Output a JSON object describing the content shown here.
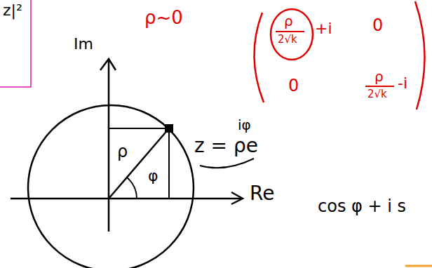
{
  "diagram": {
    "nodes": [
      {
        "text": [
          "z|²"
        ]
      }
    ],
    "labels": [
      "ρ~0",
      "ρ",
      "2√k",
      "+i",
      "0",
      "0",
      "ρ",
      "2√k",
      "-i",
      "Im",
      "ρ",
      "φ",
      "z = ρe",
      "iφ",
      "Re",
      "cos φ + i s"
    ]
  }
}
